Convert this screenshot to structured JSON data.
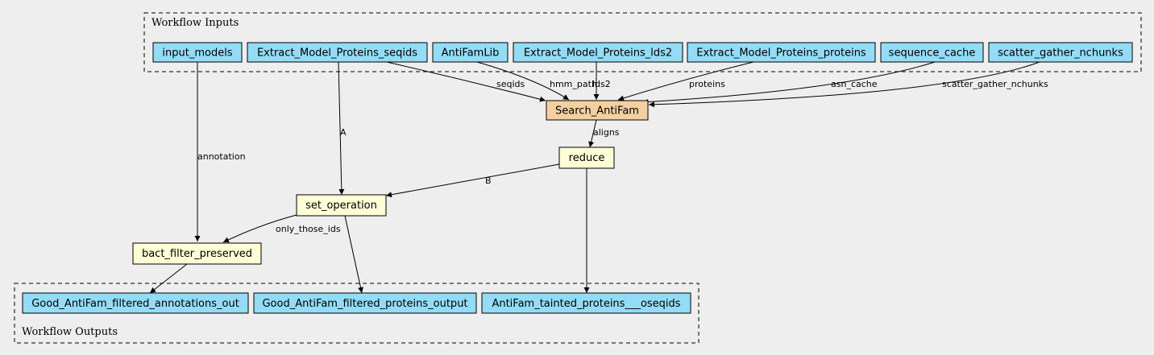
{
  "colors": {
    "io": "#94dcf5",
    "tool": "#f5cfa0",
    "expression": "#fdfdd6",
    "background": "#eeeeee"
  },
  "clusters": {
    "inputs": "Workflow Inputs",
    "outputs": "Workflow Outputs"
  },
  "nodes": {
    "input_models": "input_models",
    "extract_seqids": "Extract_Model_Proteins_seqids",
    "antifamlib": "AntiFamLib",
    "extract_lds2": "Extract_Model_Proteins_lds2",
    "extract_proteins": "Extract_Model_Proteins_proteins",
    "sequence_cache": "sequence_cache",
    "scatter_gather": "scatter_gather_nchunks",
    "search_antifam": "Search_AntiFam",
    "reduce": "reduce",
    "set_operation": "set_operation",
    "bact_filter": "bact_filter_preserved",
    "out_annotations": "Good_AntiFam_filtered_annotations_out",
    "out_proteins": "Good_AntiFam_filtered_proteins_output",
    "out_tainted": "AntiFam_tainted_proteins___oseqids"
  },
  "edges": {
    "seqids": "seqids",
    "hmm_path": "hmm_path",
    "lds2": "lds2",
    "proteins": "proteins",
    "asn_cache": "asn_cache",
    "scatter_gather_nchunks": "scatter_gather_nchunks",
    "aligns": "aligns",
    "A": "A",
    "B": "B",
    "annotation": "annotation",
    "only_those_ids": "only_those_ids"
  }
}
